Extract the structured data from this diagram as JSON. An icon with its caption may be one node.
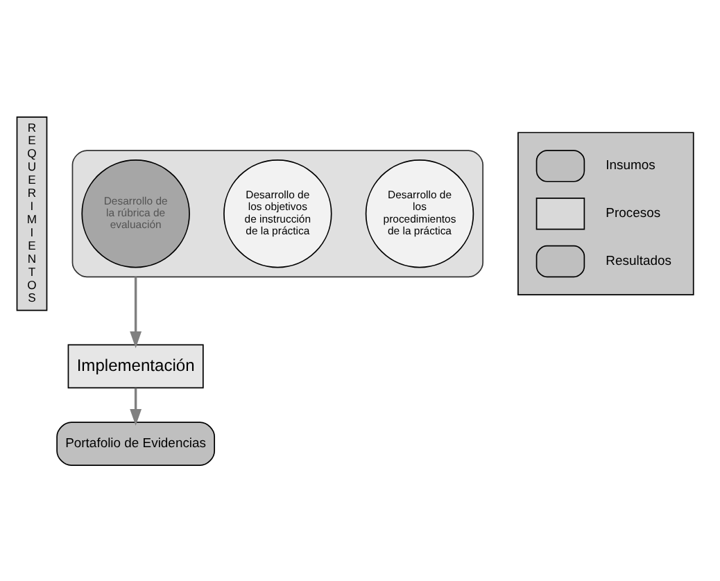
{
  "diagram": {
    "nodes": [
      {
        "text": [
          "R E Q U E R I M I E N T O S"
        ]
      },
      {
        "text": [],
        "shape": "funnel"
      },
      {
        "text": [
          "Desarrollo de los procedimientos de la práctica"
        ],
        "in": 1
      },
      {
        "text": [
          "Desarrollo de los objetivos de instrucción de la práctica"
        ],
        "in": 1
      },
      {
        "text": [
          "Desarrollo de la rúbrica de evaluación"
        ],
        "in": 1
      },
      {
        "text": [
          "Implementación"
        ]
      },
      {
        "text": [
          "Portafolio de Evidencias"
        ]
      }
    ],
    "edges": [
      {
        "from": 1,
        "to": 5,
        "arrow": "to"
      },
      {
        "from": 5,
        "to": 6,
        "arrow": "to"
      }
    ],
    "legend": [
      {
        "text": "Insumos"
      },
      {
        "text": "Procesos"
      },
      {
        "text": "Resultados"
      }
    ]
  }
}
